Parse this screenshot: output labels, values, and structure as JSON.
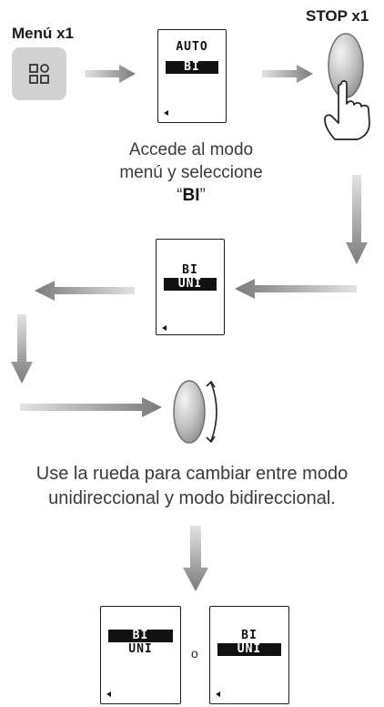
{
  "labels": {
    "menu": "Menú x1",
    "stop": "STOP x1"
  },
  "screens": {
    "step1": {
      "top": "AUTO",
      "bottom": "BI",
      "highlight": "bottom"
    },
    "step2": {
      "top": "BI",
      "bottom": "UNI",
      "highlight": "bottom"
    },
    "option_a": {
      "top": "BI",
      "bottom": "UNI",
      "highlight": "top"
    },
    "option_b": {
      "top": "BI",
      "bottom": "UNI",
      "highlight": "bottom"
    }
  },
  "captions": {
    "step1_line1": "Accede al modo",
    "step1_line2": "menú y seleccione",
    "step1_quote_open": "“",
    "step1_bold": "BI",
    "step1_quote_close": "”",
    "step3_line1": "Use la rueda para cambiar entre modo",
    "step3_line2": "unidireccional y modo bidireccional."
  },
  "or_label": "o",
  "icons": {
    "menu_button": "menu-grid-icon",
    "stop_press": "hand-pressing-button-icon",
    "wheel": "scroll-wheel-icon",
    "arrows": "gradient-arrow-icon"
  },
  "colors": {
    "menu_button_bg": "#d2d2d2",
    "arrow": "#7d7d7d",
    "screen_highlight": "#111111"
  }
}
